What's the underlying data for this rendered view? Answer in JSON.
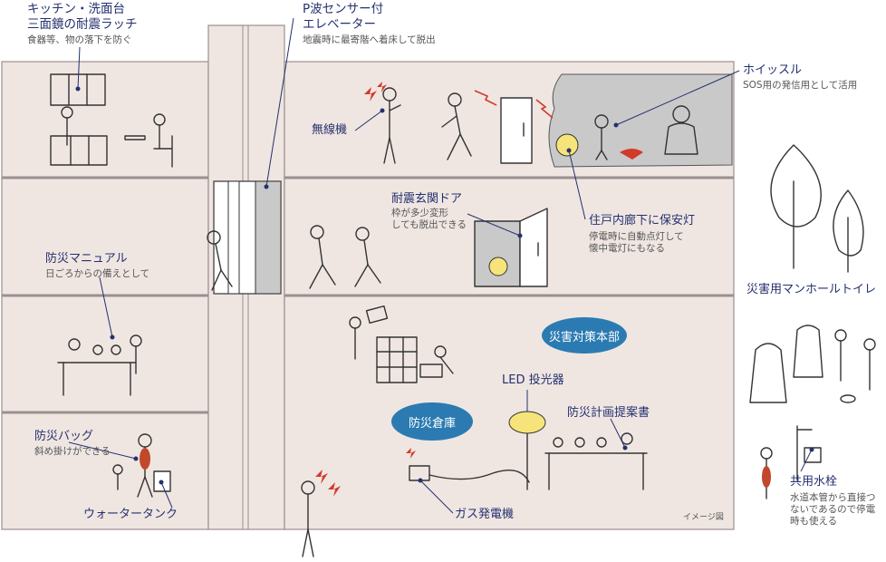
{
  "labels": {
    "kitchen_title": "キッチン・洗面台\n三面鏡の耐震ラッチ",
    "kitchen_desc": "食器等、物の落下を防ぐ",
    "elevator_title": "P波センサー付\nエレベーター",
    "elevator_desc": "地震時に最寄階へ着床して脱出",
    "whistle_title": "ホイッスル",
    "whistle_desc": "SOS用の発信用として活用",
    "radio": "無線機",
    "door_title": "耐震玄関ドア",
    "door_desc": "枠が多少変形\nしても脱出できる",
    "security_light_title": "住戸内廊下に保安灯",
    "security_light_desc": "停電時に自動点灯して\n懐中電灯にもなる",
    "manual_title": "防災マニュアル",
    "manual_desc": "日ごろからの備えとして",
    "bag_title": "防災バッグ",
    "bag_desc": "斜め掛けができる",
    "water_tank": "ウォータータンク",
    "hq": "災害対策本部",
    "warehouse": "防災倉庫",
    "led": "LED 投光器",
    "plan": "防災計画提案書",
    "generator": "ガス発電機",
    "image_note": "イメージ図",
    "toilet": "災害用マンホールトイレ",
    "hydrant_title": "共用水栓",
    "hydrant_desc": "水道本管から直接つ\nないであるので停電\n時も使える"
  },
  "colors": {
    "wall": "#efe6e2",
    "floor_line": "#9a9090",
    "label": "#25306e",
    "badge": "#2b7bb2",
    "dark_room": "#c9c9c9",
    "light_glow": "#f6e37a"
  }
}
